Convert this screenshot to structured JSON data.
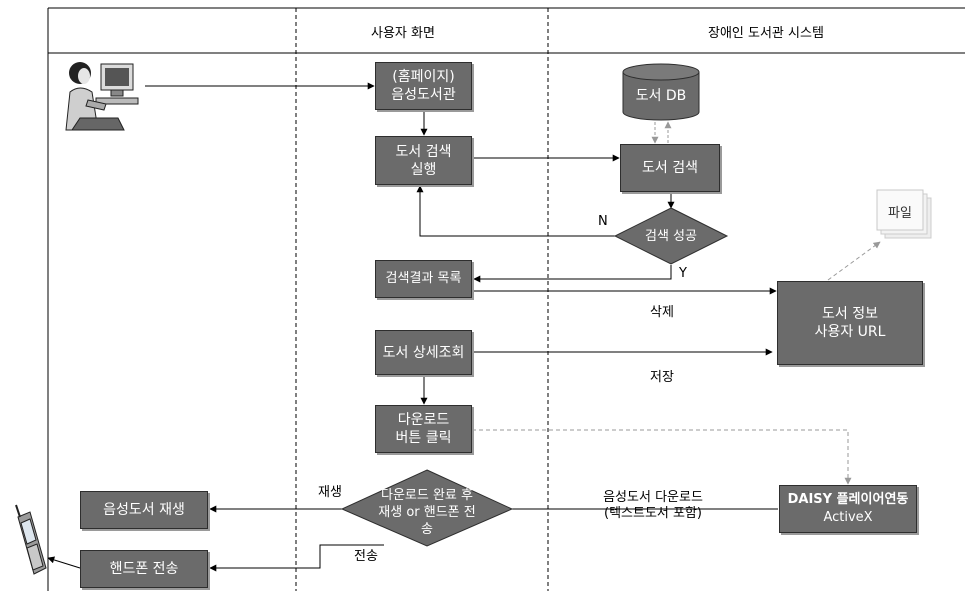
{
  "lanes": {
    "user_screen": "사용자 화면",
    "library_system": "장애인 도서관 시스템"
  },
  "nodes": {
    "homepage": "(홈페이지)\n음성도서관",
    "book_search_run": "도서 검색\n실행",
    "book_db": "도서 DB",
    "book_search": "도서 검색",
    "search_success": "검색 성공",
    "result_list": "검색결과 목록",
    "book_info": "도서 정보\n사용자 URL",
    "book_detail": "도서 상세조회",
    "download_click": "다운로드\n버튼 클릭",
    "download_done": "다운로드 완료 후\n재생 or 핸드폰 전\n송",
    "daisy_line1": "DAISY 플레이어연동",
    "daisy_line2": "ActiveX",
    "play_audio": "음성도서 재생",
    "phone_transfer": "핸드폰 전송",
    "file": "파일"
  },
  "edge_labels": {
    "no": "N",
    "yes": "Y",
    "delete": "삭제",
    "save": "저장",
    "play": "재생",
    "transfer": "전송",
    "audio_download": "음성도서 다운로드\n(텍스트도서 포함)"
  },
  "colors": {
    "box_fill": "#6b6b6b",
    "line": "#000000",
    "dashed_link": "#999999"
  },
  "icons": [
    "user-at-computer-icon",
    "mobile-phone-icon",
    "file-stack-icon"
  ]
}
